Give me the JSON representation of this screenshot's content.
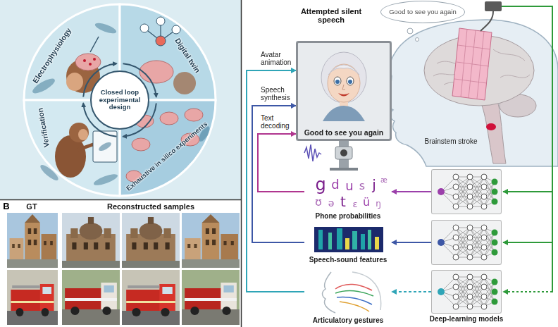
{
  "diagram": {
    "nodes": [
      {
        "text": [
          "Closed loop experimental design"
        ]
      },
      {
        "text": [
          "Good to see you again"
        ]
      },
      {
        "text": [
          "Good to see you again"
        ]
      },
      {
        "text": [
          "Phone probabilities"
        ]
      },
      {
        "text": [
          "Speech-sound features"
        ]
      },
      {
        "text": [
          "Articulatory gestures"
        ]
      },
      {
        "text": []
      },
      {
        "text": []
      },
      {
        "text": [
          "Deep-learning models"
        ]
      }
    ],
    "edges": [
      {
        "from": 6,
        "to": 3,
        "arrow": "to"
      },
      {
        "from": 7,
        "to": 4,
        "arrow": "to"
      },
      {
        "from": 8,
        "to": 5,
        "arrow": "to"
      },
      {
        "from": 3,
        "to": 2,
        "arrow": "to",
        "label": "Text decoding"
      },
      {
        "from": 4,
        "to": 2,
        "arrow": "to",
        "label": "Speech synthesis"
      },
      {
        "from": 5,
        "to": 2,
        "arrow": "to",
        "label": "Avatar animation"
      }
    ],
    "labels": [
      "Electrophysiology",
      "Digital twin",
      "Verification",
      "Exhaustive in silico experiments",
      "B",
      "GT",
      "Reconstructed samples",
      "Attempted silent speech",
      "Brainstem stroke",
      "g",
      "d",
      "u",
      "s",
      "j",
      "æ",
      "ʊ",
      "ə",
      "t",
      "ɛ",
      "ü",
      "ŋ"
    ]
  }
}
